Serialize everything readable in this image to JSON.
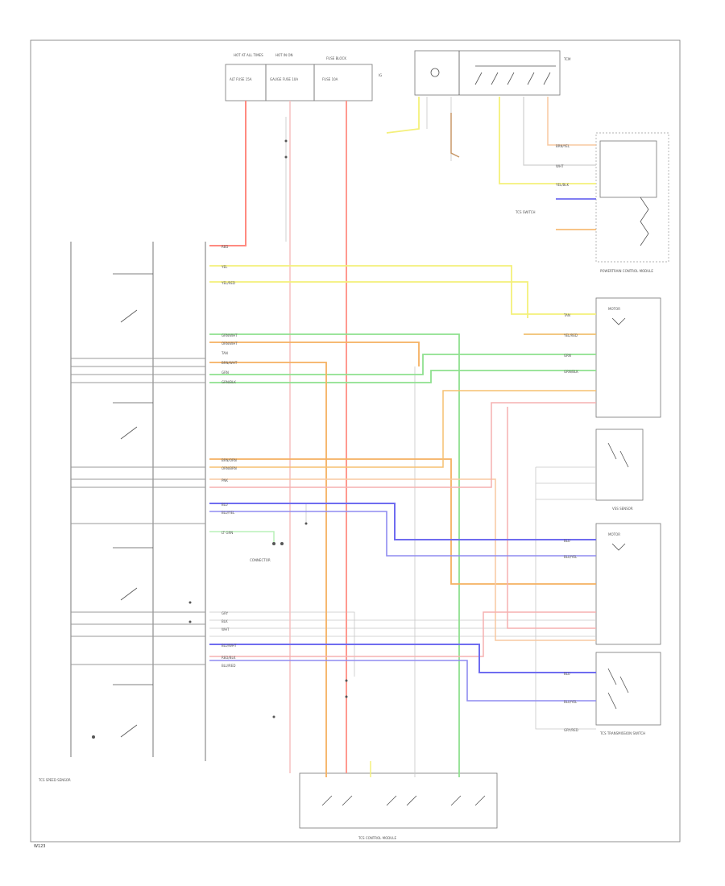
{
  "colors": {
    "red": "#ff8a80",
    "yellow": "#f4f07a",
    "green": "#8fe08f",
    "orange": "#f5b061",
    "blue": "#6f6cf0",
    "gray": "#a0a0a0",
    "pink": "#f6b0b0"
  },
  "labels": {
    "fuse_left_title": "HOT AT ALL TIMES",
    "fuse_left_body": "ALT FUSE 15A",
    "fuse_mid_title": "HOT IN ON",
    "fuse_mid_body": "GAUGE FUSE 10A",
    "fuse_right_title": "FUSE BLOCK",
    "fuse_right_body": "FUSE 10A",
    "fuse_right_note": "IG",
    "ecu_box_title": "TCM",
    "powertrain_label": "POWERTRAIN CONTROL MODULE",
    "tcs_switch": "TCS SWITCH",
    "left_module": "TCS SPEED SENSOR",
    "mid_ground": "CONNECTOR",
    "right_module": "VSS SENSOR",
    "bottom_module": "TCS TRANSMISSION SWITCH",
    "bottom_left_module": "TCS CONTROL MODULE",
    "footer_code": "W123"
  },
  "wire_labels": [
    "RED",
    "YEL",
    "YEL/RED",
    "GRN/WHT",
    "ORN/WHT",
    "TAN",
    "BRN/WHT",
    "GRN",
    "GRN/BLK",
    "BRN/ORN",
    "ORN/BRN",
    "PNK",
    "BLU",
    "BLU/YEL",
    "GRY",
    "BLK",
    "WHT",
    "LT GRN",
    "RED/BLK",
    "BRN/YEL",
    "YEL/BLK",
    "BLU/WHT",
    "BLU/RED",
    "GRY/RED"
  ]
}
